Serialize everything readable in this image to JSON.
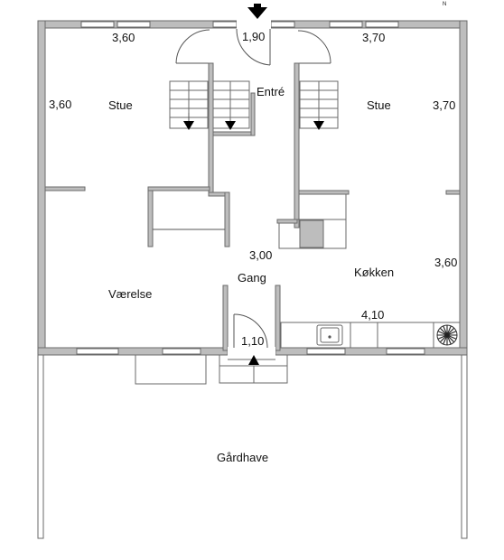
{
  "rooms": {
    "stue_left": "Stue",
    "stue_right": "Stue",
    "entre": "Entré",
    "gang": "Gang",
    "vaerelse": "Værelse",
    "kokken": "Køkken",
    "gardhave": "Gårdhave"
  },
  "dimensions": {
    "top_left": "3,60",
    "left_side": "3,60",
    "entrance_door": "1,90",
    "top_right": "3,70",
    "right_side_upper": "3,70",
    "corridor": "3,00",
    "right_side_lower": "3,60",
    "kitchen_counter": "4,10",
    "back_door": "1,10"
  },
  "north_marker": "N"
}
